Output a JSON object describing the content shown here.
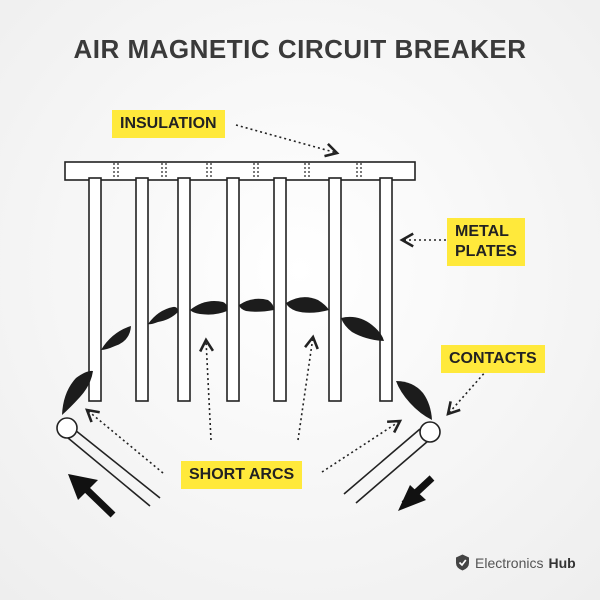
{
  "title": "AIR MAGNETIC CIRCUIT BREAKER",
  "labels": {
    "insulation": "INSULATION",
    "metal_plates_line1": "METAL",
    "metal_plates_line2": "PLATES",
    "contacts": "CONTACTS",
    "short_arcs": "SHORT ARCS"
  },
  "brand": {
    "name": "Electronics",
    "name_bold": "Hub",
    "icon": "electronics-hub-logo-icon"
  },
  "colors": {
    "tag_background": "#ffe93b",
    "line": "#222222",
    "title": "#3a3a3a"
  }
}
